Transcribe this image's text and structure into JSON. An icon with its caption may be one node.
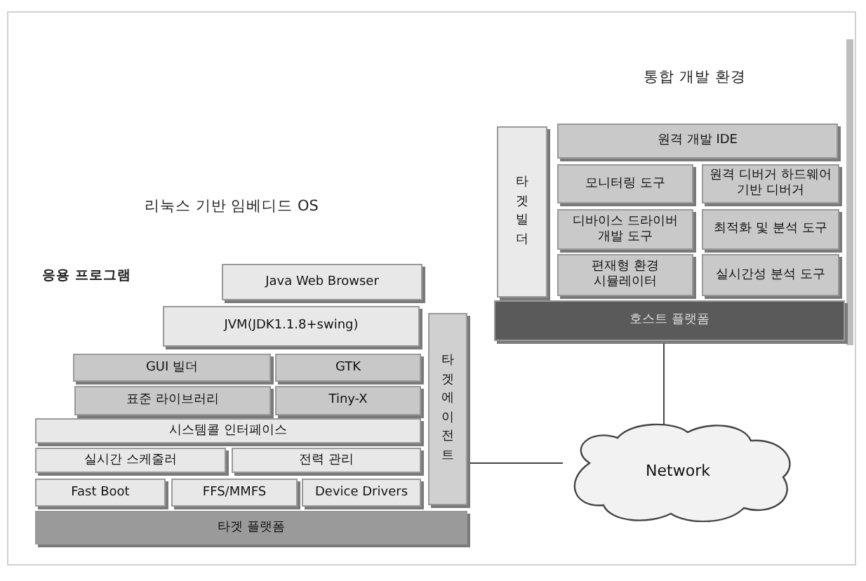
{
  "diagram": {
    "nodes": [
      {
        "text": [
          "Java Web Browser"
        ]
      },
      {
        "text": [
          "JVM(JDK1.1.8+swing)"
        ]
      },
      {
        "text": [
          "GUI 빌더"
        ]
      },
      {
        "text": [
          "GTK"
        ]
      },
      {
        "text": [
          "표준 라이브러리"
        ]
      },
      {
        "text": [
          "Tiny-X"
        ]
      },
      {
        "text": [
          "시스템콜 인터페이스"
        ]
      },
      {
        "text": [
          "실시간 스케줄러"
        ]
      },
      {
        "text": [
          "전력 관리"
        ]
      },
      {
        "text": [
          "Fast Boot"
        ]
      },
      {
        "text": [
          "FFS/MMFS"
        ]
      },
      {
        "text": [
          "Device Drivers"
        ]
      },
      {
        "text": [
          "타겟에이전트"
        ]
      },
      {
        "text": [
          "타겟 플랫폼"
        ]
      },
      {
        "text": [
          "타겟빌더"
        ]
      },
      {
        "text": [
          "원격 개발 IDE"
        ]
      },
      {
        "text": [
          "모니터링 도구"
        ]
      },
      {
        "text": [
          "원격 디버거 하드웨어 기반 디버거"
        ]
      },
      {
        "text": [
          "디바이스 드라이버 개발 도구"
        ]
      },
      {
        "text": [
          "최적화 및 분석 도구"
        ]
      },
      {
        "text": [
          "편재형 환경 시뮬레이터"
        ]
      },
      {
        "text": [
          "실시간성 분석 도구"
        ]
      },
      {
        "text": [
          "호스트 플랫폼"
        ]
      },
      {
        "text": [
          "Network"
        ]
      }
    ],
    "edges": [
      {
        "from": 22,
        "to": 23,
        "arrow": "none"
      },
      {
        "from": 12,
        "to": 23,
        "arrow": "none"
      }
    ],
    "labels": [
      "통합 개발 환경",
      "리눅스 기반 임베디드 OS",
      "응용 프로그램"
    ]
  }
}
